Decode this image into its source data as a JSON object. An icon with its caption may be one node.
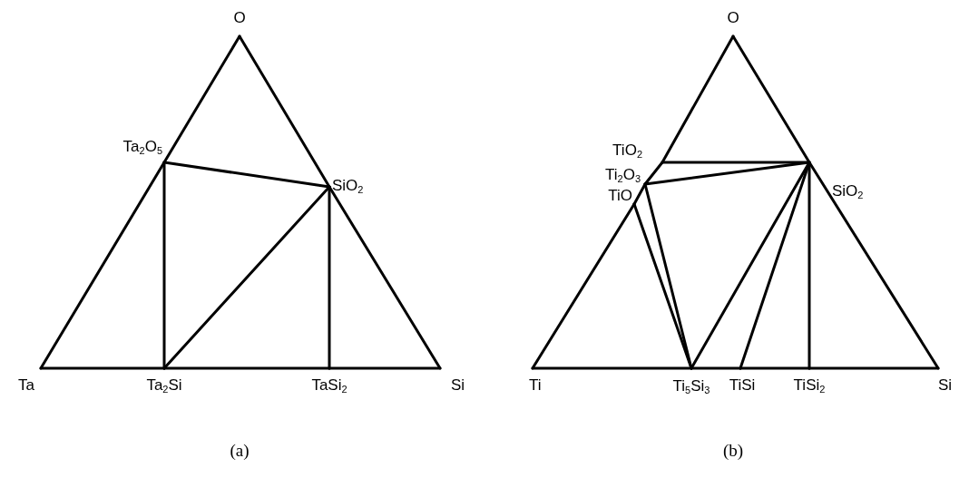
{
  "diagram": {
    "nodes": [
      {
        "text": [
          "O"
        ]
      },
      {
        "text": [
          "Ta$_{2}$O$_{5}$"
        ]
      },
      {
        "text": [
          "SiO$_{2}$"
        ]
      },
      {
        "text": [
          "Ta"
        ]
      },
      {
        "text": [
          "Ta$_{2}$Si"
        ]
      },
      {
        "text": [
          "TaSi$_{2}$"
        ]
      },
      {
        "text": [
          "Si"
        ]
      },
      {
        "text": [
          "O"
        ]
      },
      {
        "text": [
          "TiO$_{2}$"
        ]
      },
      {
        "text": [
          "Ti$_{2}$O$_{3}$"
        ]
      },
      {
        "text": [
          "TiO"
        ]
      },
      {
        "text": [
          "SiO$_{2}$"
        ]
      },
      {
        "text": [
          "Ti"
        ]
      },
      {
        "text": [
          "Ti$_{5}$Si$_{3}$"
        ]
      },
      {
        "text": [
          "TiSi"
        ]
      },
      {
        "text": [
          "TiSi$_{2}$"
        ]
      },
      {
        "text": [
          "Si"
        ]
      }
    ],
    "edges": [
      {
        "from": 3,
        "to": 1,
        "arrow": "none"
      },
      {
        "from": 1,
        "to": 0,
        "arrow": "none"
      },
      {
        "from": 0,
        "to": 2,
        "arrow": "none"
      },
      {
        "from": 2,
        "to": 6,
        "arrow": "none"
      },
      {
        "from": 3,
        "to": 4,
        "arrow": "none"
      },
      {
        "from": 4,
        "to": 5,
        "arrow": "none"
      },
      {
        "from": 5,
        "to": 6,
        "arrow": "none"
      },
      {
        "from": 1,
        "to": 2,
        "arrow": "none"
      },
      {
        "from": 1,
        "to": 4,
        "arrow": "none"
      },
      {
        "from": 2,
        "to": 4,
        "arrow": "none"
      },
      {
        "from": 2,
        "to": 5,
        "arrow": "none"
      },
      {
        "from": 12,
        "to": 10,
        "arrow": "none"
      },
      {
        "from": 10,
        "to": 9,
        "arrow": "none"
      },
      {
        "from": 9,
        "to": 8,
        "arrow": "none"
      },
      {
        "from": 8,
        "to": 7,
        "arrow": "none"
      },
      {
        "from": 7,
        "to": 11,
        "arrow": "none"
      },
      {
        "from": 11,
        "to": 16,
        "arrow": "none"
      },
      {
        "from": 12,
        "to": 13,
        "arrow": "none"
      },
      {
        "from": 13,
        "to": 14,
        "arrow": "none"
      },
      {
        "from": 14,
        "to": 15,
        "arrow": "none"
      },
      {
        "from": 15,
        "to": 16,
        "arrow": "none"
      },
      {
        "from": 8,
        "to": 11,
        "arrow": "none"
      },
      {
        "from": 9,
        "to": 11,
        "arrow": "none"
      },
      {
        "from": 10,
        "to": 13,
        "arrow": "none"
      },
      {
        "from": 9,
        "to": 13,
        "arrow": "none"
      },
      {
        "from": 11,
        "to": 13,
        "arrow": "none"
      },
      {
        "from": 11,
        "to": 14,
        "arrow": "none"
      },
      {
        "from": 11,
        "to": 15,
        "arrow": "none"
      }
    ],
    "labels": [
      "(a)",
      "(b)"
    ]
  }
}
